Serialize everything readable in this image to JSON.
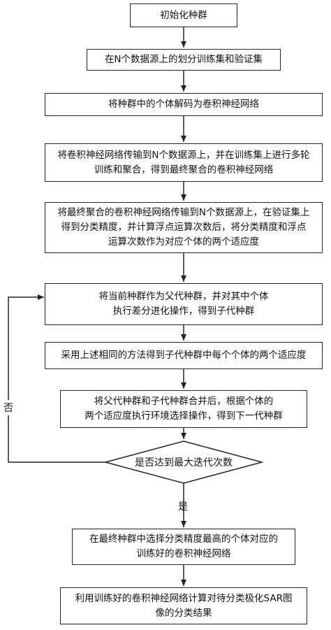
{
  "steps": [
    {
      "lines": [
        "初始化种群"
      ]
    },
    {
      "lines": [
        "在N个数据源上的划分训练集和验证集"
      ]
    },
    {
      "lines": [
        "将种群中的个体解码为卷积神经网络"
      ]
    },
    {
      "lines": [
        "将卷积神经网络传输到N个数据源上，并在训练集上进行多轮",
        "训练和聚合，得到最终聚合的卷积神经网络"
      ]
    },
    {
      "lines": [
        "将最终聚合的卷积神经网络传输到N个数据源上，在验证集上",
        "得到分类精度，并计算浮点运算次数后，将分类精度和浮点",
        "运算次数作为对应个体的两个适应度"
      ]
    },
    {
      "lines": [
        "将当前种群作为父代种群，并对其中个体",
        "执行差分进化操作，得到子代种群"
      ]
    },
    {
      "lines": [
        "采用上述相同的方法得到子代种群中每个个体的两个适应度"
      ]
    },
    {
      "lines": [
        "将父代种群和子代种群合并后，根据个体的",
        "两个适应度执行环境选择操作，得到下一代种群"
      ]
    },
    {
      "lines": [
        "在最终种群中选择分类精度最高的个体对应的",
        "训练好的卷积神经网络"
      ]
    },
    {
      "lines": [
        "利用训练好的卷积神经网络计算对待分类极化SAR图",
        "像的分类结果"
      ]
    }
  ],
  "decision": {
    "text": "是否达到最大迭代次数",
    "yes_label": "是",
    "no_label": "否"
  }
}
